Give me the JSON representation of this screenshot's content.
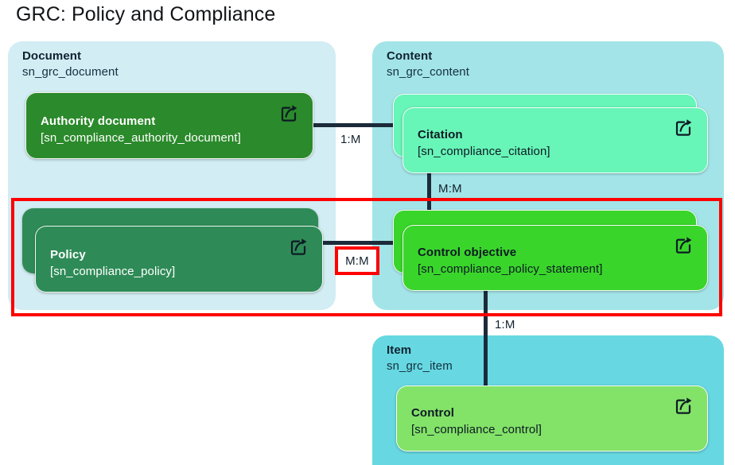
{
  "title": "GRC: Policy and Compliance",
  "icon_name": "external-link-icon",
  "colors": {
    "panel_document": "#d2edf3",
    "panel_content": "#a3e4e8",
    "panel_item": "#67d8e1",
    "card_authority_document": "#2b8a2b",
    "card_policy": "#2e8b57",
    "card_citation": "#68f5b8",
    "card_control_objective": "#3ad52b",
    "card_control": "#83e268",
    "connector": "#1c2b3a",
    "highlight": "#fe0000",
    "title_text": "#121417"
  },
  "panels": [
    {
      "name": "Document",
      "table": "sn_grc_document"
    },
    {
      "name": "Content",
      "table": "sn_grc_content"
    },
    {
      "name": "Item",
      "table": "sn_grc_item"
    }
  ],
  "entities": [
    {
      "label": "Authority document",
      "table": "[sn_compliance_authority_document]",
      "stacked": true
    },
    {
      "label": "Policy",
      "table": "[sn_compliance_policy]",
      "stacked": true
    },
    {
      "label": "Citation",
      "table": "[sn_compliance_citation]",
      "stacked": true
    },
    {
      "label": "Control objective",
      "table": "[sn_compliance_policy_statement]",
      "stacked": true
    },
    {
      "label": "Control",
      "table": "[sn_compliance_control]",
      "stacked": false
    }
  ],
  "relationships": [
    {
      "id": "authority-to-citation",
      "cardinality": "1:M",
      "boxed": false
    },
    {
      "id": "citation-to-control-objective",
      "cardinality": "M:M",
      "boxed": false
    },
    {
      "id": "policy-to-control-objective",
      "cardinality": "M:M",
      "boxed": true
    },
    {
      "id": "control-objective-to-control",
      "cardinality": "1:M",
      "boxed": false
    }
  ]
}
